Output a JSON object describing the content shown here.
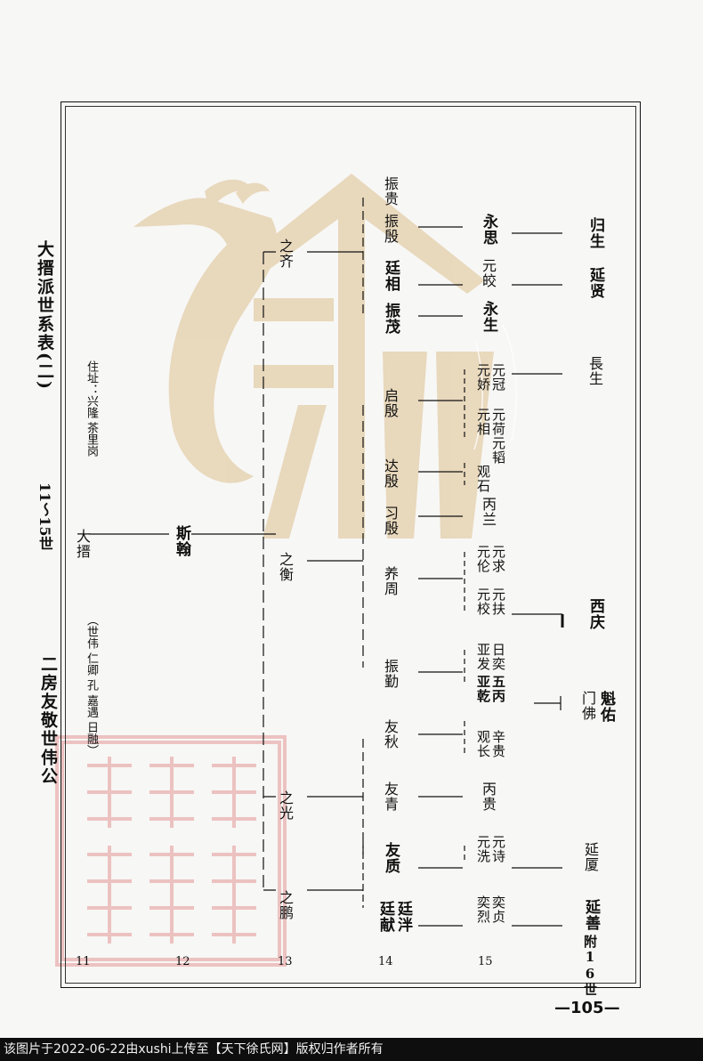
{
  "document": {
    "header_title": "二房友敬世伟公",
    "generation_range": "11～15世",
    "table_title": "大搢派世系表(二)",
    "courtesy_note": "（世伟 仁卿 孔 嘉遇 日融）",
    "address": "住址：兴隆 茶里岗",
    "page_number": "—105—"
  },
  "generations": [
    "11",
    "12",
    "13",
    "14",
    "15",
    "附16世"
  ],
  "people": {
    "g11": "大搢",
    "g12": "斯翰",
    "g13": [
      "之鹏",
      "之光",
      "之衡",
      "之齐"
    ],
    "g14": [
      "廷献",
      "廷泮",
      "友质",
      "友青",
      "友秋",
      "振勤",
      "养周",
      "习殷",
      "达殷",
      "启殷",
      "振茂",
      "廷相",
      "振殷",
      "振贵"
    ],
    "g15": [
      "奕烈",
      "奕贞",
      "元洗",
      "元诗",
      "丙贵",
      "观长",
      "辛贵",
      "亚乾",
      "五丙",
      "亚发",
      "日奕",
      "元校",
      "元扶",
      "元伦",
      "元求",
      "丙兰",
      "观石",
      "元韬",
      "元相",
      "元荷",
      "元娇",
      "元冠",
      "永生",
      "元皎",
      "永思"
    ],
    "g16": [
      "延善",
      "延厦",
      "门佛",
      "魁佑",
      "西庆",
      "長生",
      "延贤",
      "归生"
    ]
  },
  "footer_notice": "该图片于2022-06-22由xushi上传至【天下徐氏网】版权归作者所有",
  "watermark": {
    "main_icon": "xu-surname-bird-logo",
    "seal_icon": "red-square-seal",
    "colors": {
      "tan": "#e3cfae",
      "seal_red": "#e8b3b3"
    }
  }
}
